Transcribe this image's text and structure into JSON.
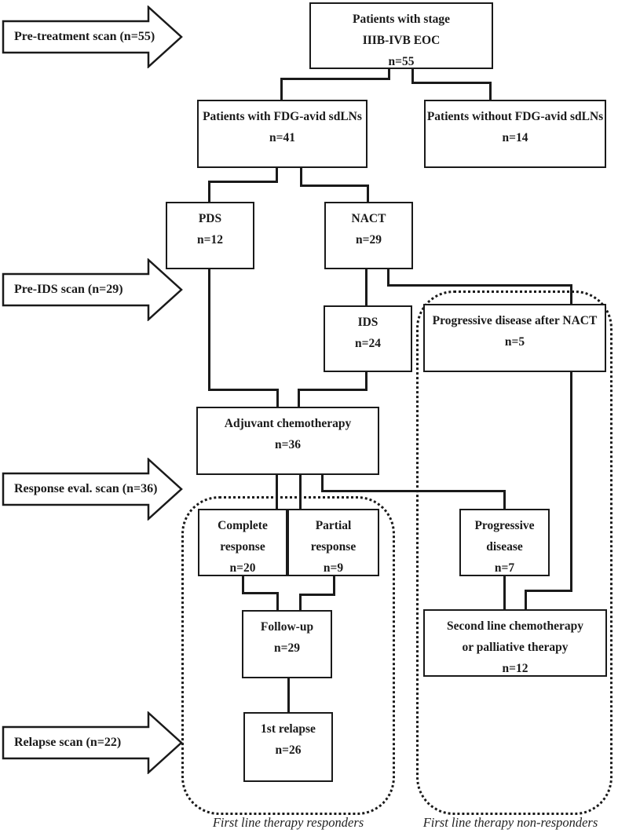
{
  "colors": {
    "line": "#1a1a1a",
    "background": "#ffffff"
  },
  "arrows": {
    "pretreatment": {
      "label": "Pre-treatment scan (n=55)"
    },
    "preids": {
      "label": "Pre-IDS scan (n=29)"
    },
    "response_eval": {
      "label": "Response eval. scan (n=36)"
    },
    "relapse": {
      "label": "Relapse scan (n=22)"
    }
  },
  "boxes": {
    "stage": {
      "line1": "Patients with stage",
      "line2": "IIIB-IVB EOC",
      "n": "n=55"
    },
    "fdg_avid": {
      "line1": "Patients with FDG-avid sdLNs",
      "n": "n=41"
    },
    "no_fdg": {
      "line1": "Patients without FDG-avid sdLNs",
      "n": "n=14"
    },
    "pds": {
      "line1": "PDS",
      "n": "n=12"
    },
    "nact": {
      "line1": "NACT",
      "n": "n=29"
    },
    "ids": {
      "line1": "IDS",
      "n": "n=24"
    },
    "pd_after_nact": {
      "line1": "Progressive disease after NACT",
      "n": "n=5"
    },
    "adjuvant": {
      "line1": "Adjuvant chemotherapy",
      "n": "n=36"
    },
    "complete_response": {
      "line1": "Complete",
      "line2": "response",
      "n": "n=20"
    },
    "partial_response": {
      "line1": "Partial",
      "line2": "response",
      "n": "n=9"
    },
    "progressive_disease": {
      "line1": "Progressive",
      "line2": "disease",
      "n": "n=7"
    },
    "followup": {
      "line1": "Follow-up",
      "n": "n=29"
    },
    "second_line": {
      "line1": "Second line chemotherapy",
      "line2": "or palliative therapy",
      "n": "n=12"
    },
    "first_relapse": {
      "line1": "1st relapse",
      "n": "n=26"
    }
  },
  "groups": {
    "responders": {
      "caption": "First line therapy responders"
    },
    "non_responders": {
      "caption": "First line therapy non-responders"
    }
  }
}
